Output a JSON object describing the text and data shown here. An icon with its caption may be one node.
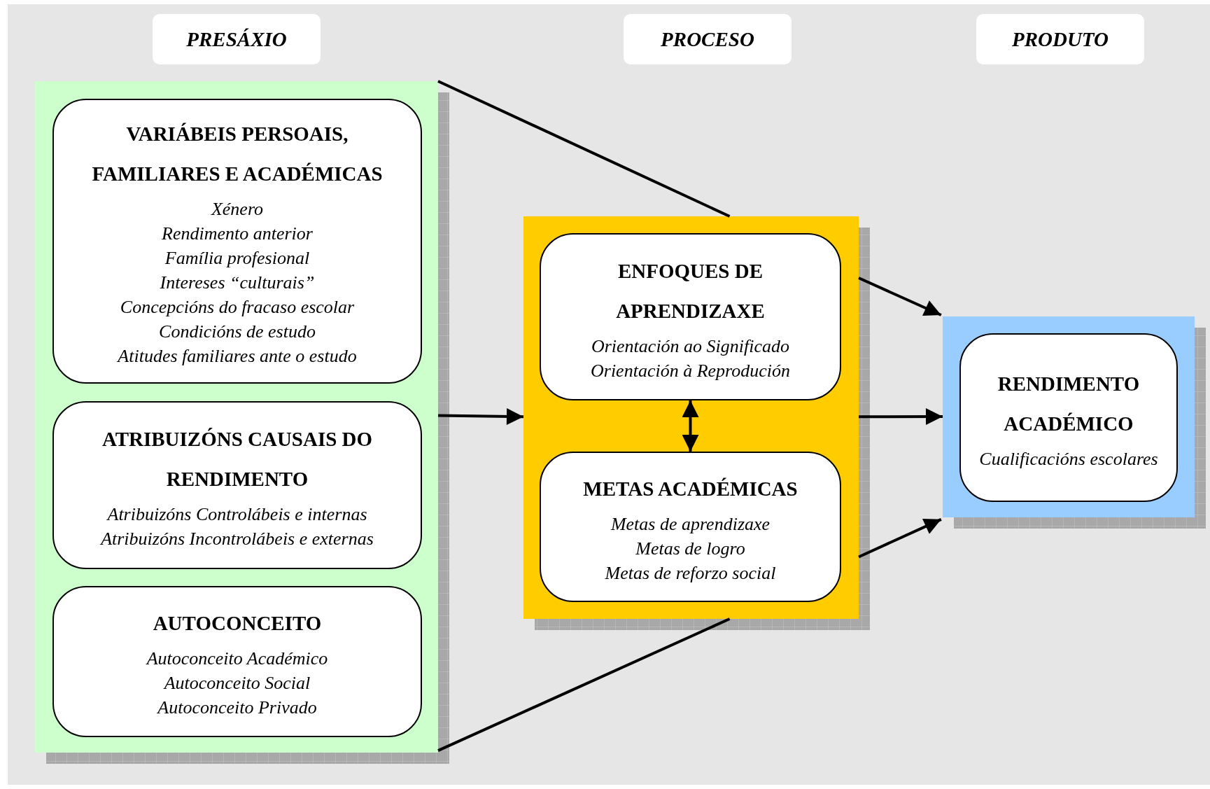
{
  "diagram": {
    "nodes": [
      {
        "text": [
          "PRESÁXIO"
        ]
      },
      {
        "text": [
          "PROCESO"
        ]
      },
      {
        "text": [
          "PRODUTO"
        ]
      },
      {
        "text": [],
        "shape": "box"
      },
      {
        "text": [
          "VARIÁBEIS PERSOAIS, FAMILIARES E ACADÉMICAS",
          "Xénero",
          "Rendimento anterior",
          "Família profesional",
          "Intereses “culturais”",
          "Concepcións do fracaso escolar",
          "Condicións de estudo",
          "Atitudes familiares ante o estudo"
        ],
        "in": 3
      },
      {
        "text": [
          "ATRIBUIZÓNS CAUSAIS DO RENDIMENTO",
          "Atribuizóns Controlábeis e internas",
          "Atribuizóns Incontrolábeis e externas"
        ],
        "in": 3
      },
      {
        "text": [
          "AUTOCONCEITO",
          "Autoconceito Académico",
          "Autoconceito Social",
          "Autoconceito Privado"
        ],
        "in": 3
      },
      {
        "text": [],
        "shape": "box"
      },
      {
        "text": [
          "ENFOQUES DE APRENDIZAXE",
          "Orientación ao Significado",
          "Orientación à Reprodución"
        ],
        "in": 7
      },
      {
        "text": [
          "METAS ACADÉMICAS",
          "Metas de aprendizaxe",
          "Metas de logro",
          "Metas de reforzo social"
        ],
        "in": 7
      },
      {
        "text": [],
        "shape": "box"
      },
      {
        "text": [
          "RENDIMENTO ACADÉMICO",
          "Cualificacións escolares"
        ],
        "in": 10
      }
    ],
    "edges": [
      {
        "from": 3,
        "to": 7,
        "arrow": "none"
      },
      {
        "from": 3,
        "to": 7,
        "arrow": "to"
      },
      {
        "from": 3,
        "to": 7,
        "arrow": "none"
      },
      {
        "from": 7,
        "to": 10,
        "arrow": "to"
      },
      {
        "from": 7,
        "to": 10,
        "arrow": "to"
      },
      {
        "from": 7,
        "to": 10,
        "arrow": "to"
      },
      {
        "from": 8,
        "to": 9,
        "arrow": "both"
      }
    ]
  }
}
